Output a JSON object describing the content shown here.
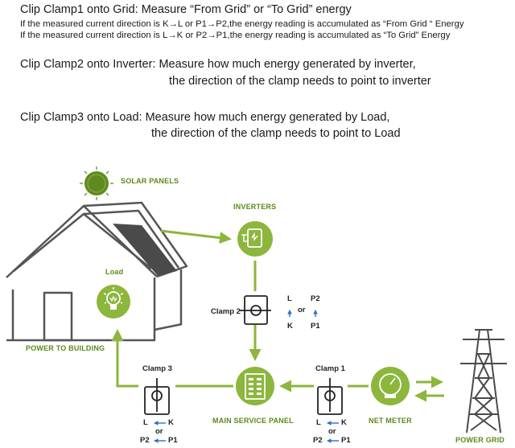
{
  "colors": {
    "accent_green": "#8cb63c",
    "house_gray": "#555555",
    "blue_arrow": "#2a72c8"
  },
  "text": {
    "clamp1_title": "Clip Clamp1 onto Grid: Measure “From Grid” or “To Grid” energy",
    "clamp1_line1": "If the measured current direction is K→L or P1→P2,the energy reading is accumulated as “From Grid “ Energy",
    "clamp1_line2": "If the measured current direction is L→K or P2→P1,the energy reading is accumulated as “To Grid” Energy",
    "clamp2_line1": "Clip Clamp2 onto Inverter: Measure how much energy generated by inverter,",
    "clamp2_line2": "the direction of the clamp needs to point to inverter",
    "clamp3_line1": "Clip Clamp3 onto Load: Measure how much energy generated by Load,",
    "clamp3_line2": "the direction of the clamp needs to point to Load"
  },
  "diagram": {
    "solar_panels": "SOLAR PANELS",
    "inverters": "INVERTERS",
    "load": "Load",
    "power_to_building": "POWER TO BUILDING",
    "main_service_panel": "MAIN SERVICE PANEL",
    "net_meter": "NET METER",
    "power_grid": "POWER GRID",
    "clamp1": {
      "label": "Clamp 1",
      "left_top": "L",
      "right_top": "K",
      "or": "or",
      "left_bottom": "P2",
      "right_bottom": "P1"
    },
    "clamp2": {
      "label": "Clamp 2",
      "left_top": "L",
      "left_bottom": "K",
      "or": "or",
      "right_top": "P2",
      "right_bottom": "P1"
    },
    "clamp3": {
      "label": "Clamp 3",
      "left_top": "L",
      "right_top": "K",
      "or": "or",
      "left_bottom": "P2",
      "right_bottom": "P1"
    }
  }
}
